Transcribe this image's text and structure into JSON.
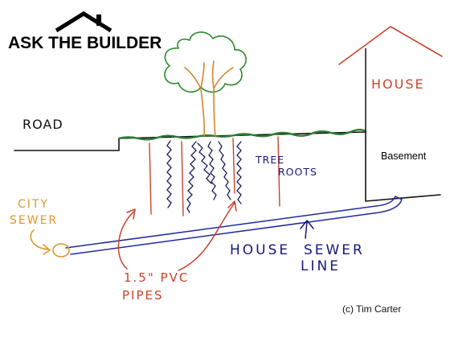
{
  "logo": {
    "text": "ASK THE BUILDER"
  },
  "labels": {
    "road": "ROAD",
    "house": "HOUSE",
    "basement": "Basement",
    "tree_roots_line1": "TREE",
    "tree_roots_line2": "ROOTS",
    "city_sewer_line1": "CITY",
    "city_sewer_line2": "SEWER",
    "house_sewer_line1": "HOUSE  SEWER",
    "house_sewer_line2": "LINE",
    "pvc_line1": "1.5\" PVC",
    "pvc_line2": "PIPES",
    "credit": "(c) Tim Carter"
  },
  "colors": {
    "ground": "#111111",
    "grass": "#2e7d32",
    "tree_canopy": "#2a8a2a",
    "tree_trunk": "#d4862a",
    "roots": "#1a1a5e",
    "house_outline": "#c8442c",
    "pvc_pipes": "#c8442c",
    "sewer_pipe": "#1e2aa0",
    "city_sewer": "#e0962a"
  }
}
